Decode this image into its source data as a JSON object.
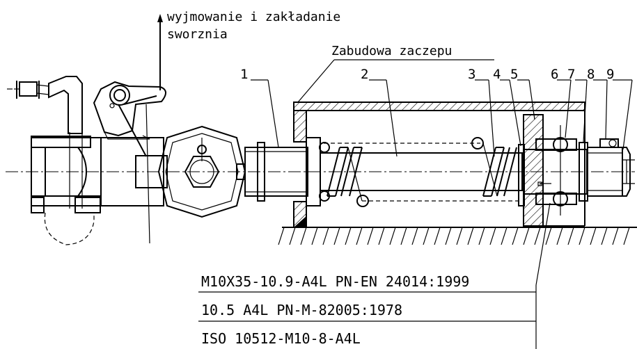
{
  "annotations": {
    "pin_note_line1": "wyjmowanie i zakładanie",
    "pin_note_line2": "sworznia",
    "housing_label": "Zabudowa zaczepu"
  },
  "part_numbers": [
    "1",
    "2",
    "3",
    "4",
    "5",
    "6",
    "7",
    "8",
    "9"
  ],
  "bom": {
    "row1": "M10X35-10.9-A4L PN-EN 24014:1999",
    "row2": "10.5 A4L PN-M-82005:1978",
    "row3": "ISO 10512-M10-8-A4L"
  }
}
